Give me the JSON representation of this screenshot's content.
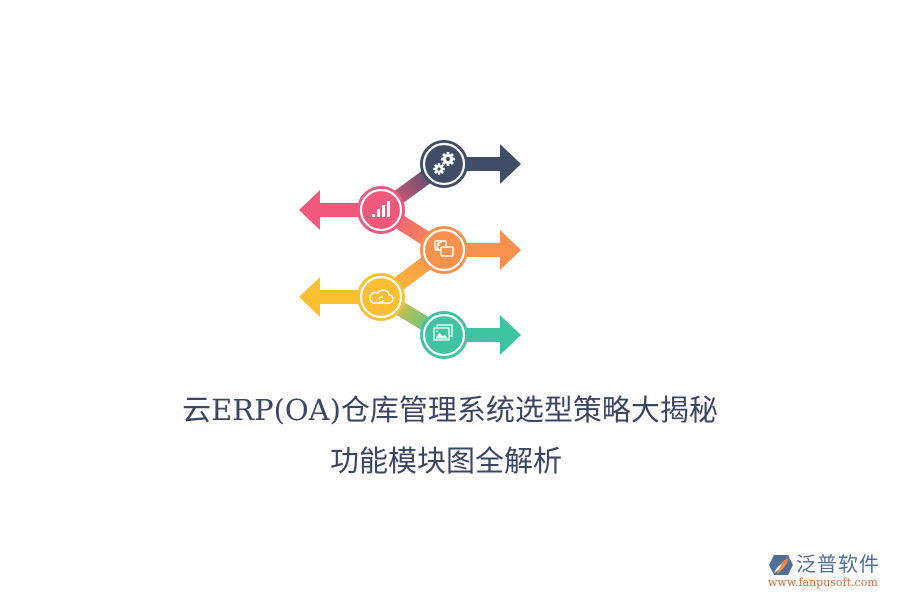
{
  "title": {
    "line1": "云ERP(OA)仓库管理系统选型策略大揭秘",
    "line2": "功能模块图全解析"
  },
  "logo": {
    "name": "泛普软件",
    "url": "www.fanpusoft.com",
    "colors": {
      "mark_blue": "#4f6f94",
      "mark_orange": "#e88a4c",
      "url_orange": "#d0683a"
    }
  },
  "diagram": {
    "nodes": [
      {
        "id": "node-1",
        "icon": "gears-icon",
        "direction": "right",
        "color": "#3f4d66"
      },
      {
        "id": "node-2",
        "icon": "bar-chart-icon",
        "direction": "left",
        "color": "#ef5a7c"
      },
      {
        "id": "node-3",
        "icon": "screen-cast-icon",
        "direction": "right",
        "color": "#f8904e"
      },
      {
        "id": "node-4",
        "icon": "cloud-sync-icon",
        "direction": "left",
        "color": "#fbbf33"
      },
      {
        "id": "node-5",
        "icon": "image-gallery-icon",
        "direction": "right",
        "color": "#3fc3a2"
      }
    ]
  }
}
